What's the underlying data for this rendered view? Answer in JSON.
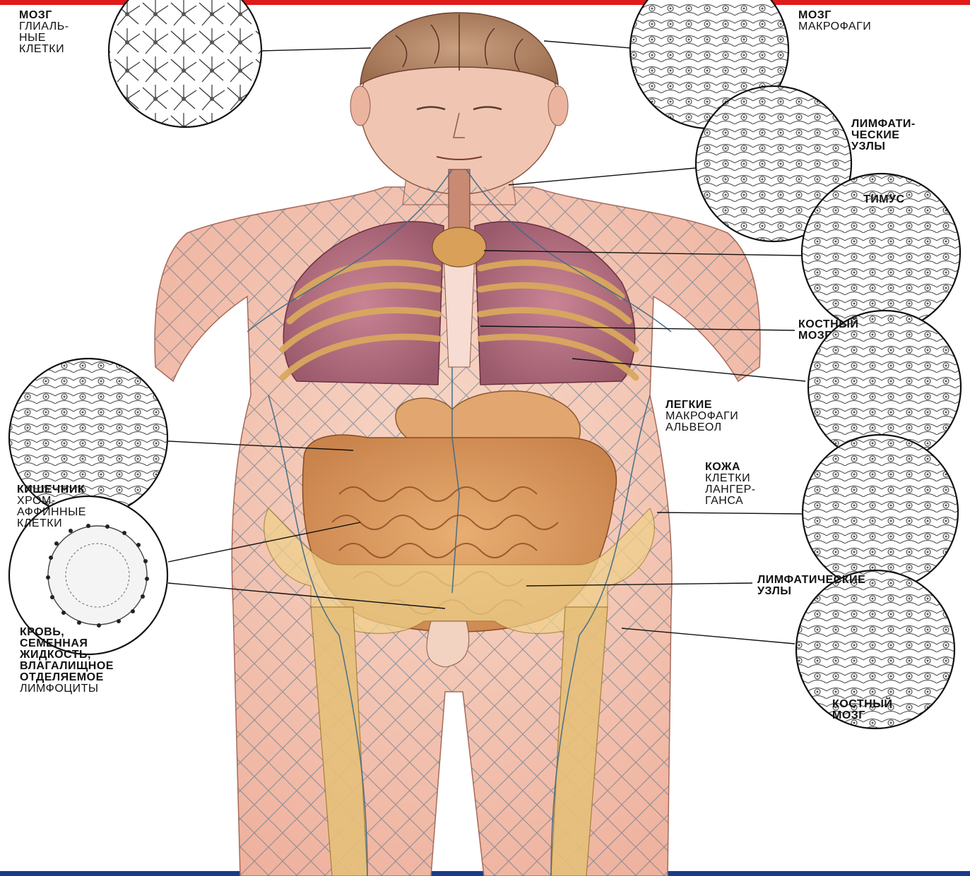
{
  "colors": {
    "accent_top": "#e01a1a",
    "accent_bottom": "#1a3a8c",
    "skin": "#f3c3b2",
    "lymph_vessels": "#4a6f8c",
    "lungs": "#b06a7a",
    "intestine": "#d99a5e",
    "bone": "#e9c97a"
  },
  "labels": {
    "brain_glial": {
      "title": "МОЗГ",
      "sub1": "ГЛИАЛЬ-",
      "sub2": "НЫЕ",
      "sub3": "КЛЕТКИ"
    },
    "brain_macrophages": {
      "title": "МОЗГ",
      "sub1": "МАКРОФАГИ"
    },
    "lymph_nodes_upper": {
      "line1": "ЛИМФАТИ-",
      "line2": "ЧЕСКИЕ",
      "line3": "УЗЛЫ"
    },
    "thymus": {
      "title": "ТИМУС"
    },
    "bone_marrow_upper": {
      "line1": "КОСТНЫЙ",
      "line2": "МОЗГ"
    },
    "lungs": {
      "title": "ЛЕГКИЕ",
      "sub1": "МАКРОФАГИ",
      "sub2": "АЛЬВЕОЛ"
    },
    "skin": {
      "title": "КОЖА",
      "sub1": "КЛЕТКИ",
      "sub2": "ЛАНГЕР-",
      "sub3": "ГАНСА"
    },
    "intestine": {
      "title": "КИШЕЧНИК",
      "sub1": "ХРОМ-",
      "sub2": "АФФИННЫЕ",
      "sub3": "КЛЕТКИ"
    },
    "lymph_nodes_lower": {
      "line1": "ЛИМФАТИЧЕСКИЕ",
      "line2": "УЗЛЫ"
    },
    "blood": {
      "line1": "КРОВЬ,",
      "line2": "СЕМЕННАЯ",
      "line3": "ЖИДКОСТЬ,",
      "line4": "ВЛАГАЛИЩНОЕ",
      "line5": "ОТДЕЛЯЕМОЕ",
      "sub1": "ЛИМФОЦИТЫ"
    },
    "bone_marrow_lower": {
      "line1": "КОСТНЫЙ",
      "line2": "МОЗГ"
    }
  }
}
